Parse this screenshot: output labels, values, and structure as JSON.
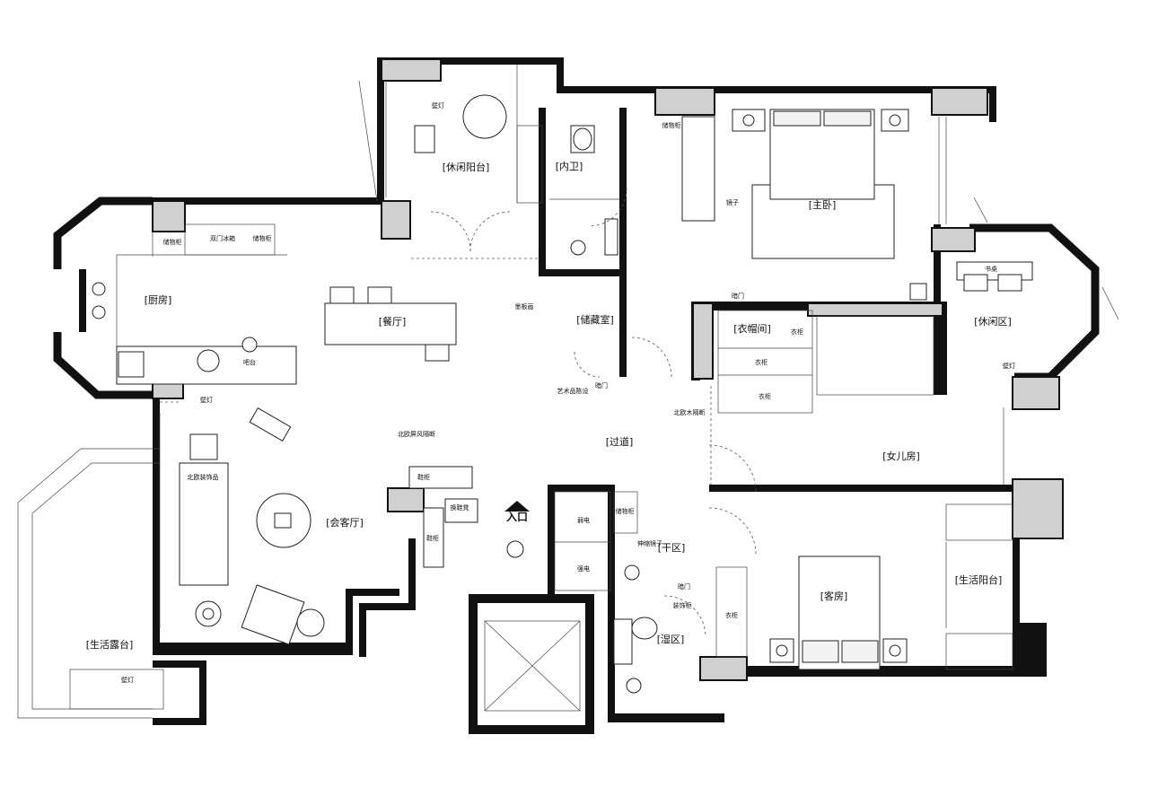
{
  "rooms": {
    "leisure_balcony": "[休闲阳台]",
    "inner_bath": "[内卫]",
    "master_bedroom": "[主卧]",
    "kitchen": "[厨房]",
    "dining": "[餐厅]",
    "storage_room": "[储藏室]",
    "walkin_closet": "[衣帽间]",
    "leisure_area": "[休闲区]",
    "living_room": "[会客厅]",
    "corridor": "[过道]",
    "daughter_room": "[女儿房]",
    "dry_zone": "[干区]",
    "guest_room": "[客房]",
    "service_balcony": "[生活阳台]",
    "wet_zone": "[湿区]",
    "service_terrace": "[生活露台]"
  },
  "labels": {
    "storage_cabinet": "储物柜",
    "double_fridge": "双门冰箱",
    "wall_lamp": "壁灯",
    "mirror": "镜子",
    "desk": "书桌",
    "hidden_door": "暗门",
    "closet": "衣柜",
    "bar_counter": "吧台",
    "art_display": "艺术品陈设",
    "sliding_panel": "墨板画",
    "nordic_screen": "北欧屏风隔断",
    "nordic_wood_partition": "北欧木隔断",
    "nordic_ornament": "北欧装饰品",
    "shoe_cabinet": "鞋柜",
    "shoe_bench": "换鞋凳",
    "entrance": "入口",
    "weak_current": "弱电",
    "strong_current": "强电",
    "retractable_mirror": "伸缩镜子",
    "vanity_cabinet": "装饰柜"
  }
}
